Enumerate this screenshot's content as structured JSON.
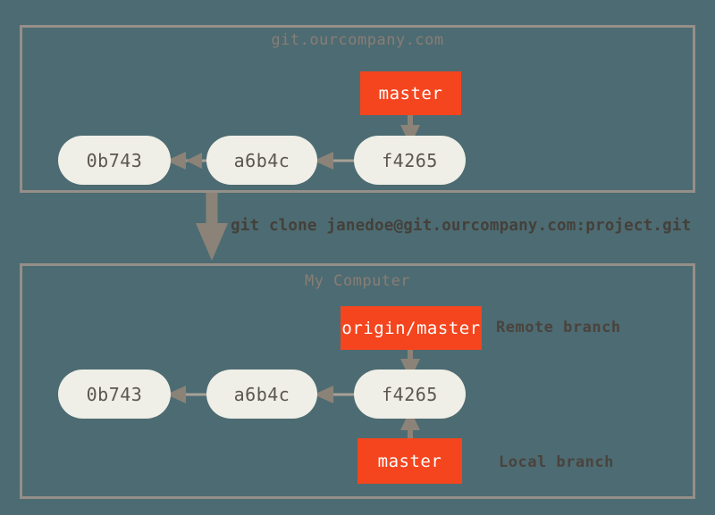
{
  "diagram": {
    "title": "git clone creating remote-tracking and local branches",
    "background_color": "#4d6b72",
    "panel_border_color": "#958f89",
    "commit_node_color": "#efefe7",
    "branch_box_color": "#f4451e",
    "arrow_color": "#8b8378",
    "title_text_color": "#847e77",
    "caption_text_color": "#44403a"
  },
  "remote_panel": {
    "title": "git.ourcompany.com",
    "commits": [
      {
        "id": "0b743"
      },
      {
        "id": "a6b4c"
      },
      {
        "id": "f4265"
      }
    ],
    "branches": [
      {
        "label": "master"
      }
    ]
  },
  "clone": {
    "command": "git clone janedoe@git.ourcompany.com:project.git"
  },
  "local_panel": {
    "title": "My Computer",
    "commits": [
      {
        "id": "0b743"
      },
      {
        "id": "a6b4c"
      },
      {
        "id": "f4265"
      }
    ],
    "branches": [
      {
        "label": "origin/master",
        "annotation": "Remote branch"
      },
      {
        "label": "master",
        "annotation": "Local branch"
      }
    ]
  }
}
